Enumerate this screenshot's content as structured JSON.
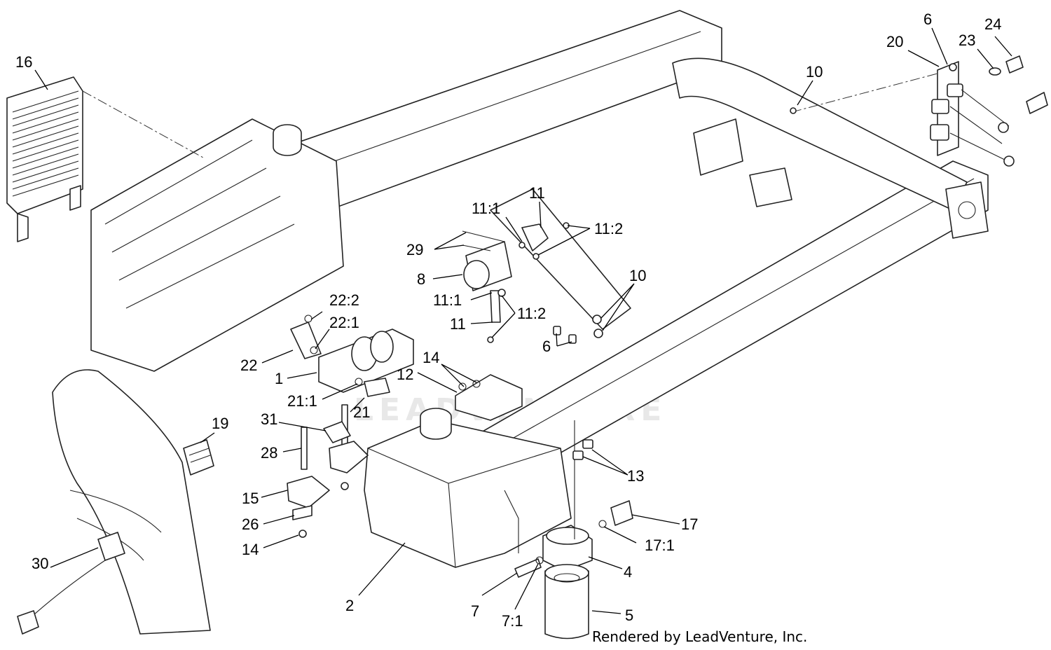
{
  "watermark": "LEADVENTURE",
  "credit": "Rendered by LeadVenture, Inc.",
  "callouts": {
    "c16": "16",
    "c10a": "10",
    "c20": "20",
    "c6a": "6",
    "c23": "23",
    "c24": "24",
    "c11a": "11",
    "c11_1a": "11:1",
    "c11_2a": "11:2",
    "c29": "29",
    "c8": "8",
    "c11_1b": "11:1",
    "c11b": "11",
    "c11_2b": "11:2",
    "c10b": "10",
    "c6b": "6",
    "c22_2": "22:2",
    "c22_1": "22:1",
    "c22": "22",
    "c1": "1",
    "c14a": "14",
    "c12": "12",
    "c21_1": "21:1",
    "c21": "21",
    "c19": "19",
    "c31": "31",
    "c28": "28",
    "c13": "13",
    "c15": "15",
    "c26": "26",
    "c14b": "14",
    "c17": "17",
    "c17_1": "17:1",
    "c4": "4",
    "c30": "30",
    "c2": "2",
    "c7": "7",
    "c7_1": "7:1",
    "c5": "5"
  }
}
